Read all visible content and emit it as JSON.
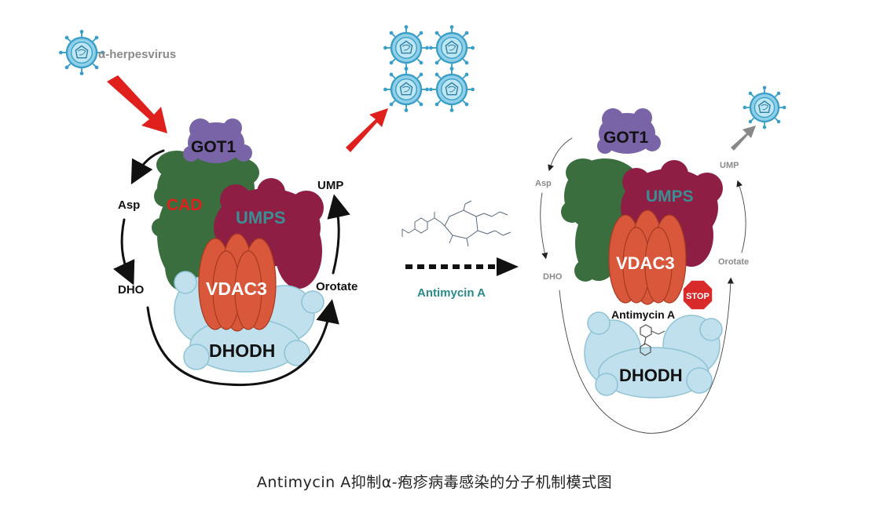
{
  "virus_label": "α-herpesvirus",
  "left_panel": {
    "proteins": {
      "got1": "GOT1",
      "cad": "CAD",
      "umps": "UMPS",
      "vdac3": "VDAC3",
      "dhodh": "DHODH"
    },
    "metabolites": {
      "asp": "Asp",
      "dho": "DHO",
      "ump": "UMP",
      "orotate": "Orotate"
    }
  },
  "center": {
    "drug_label": "Antimycin A"
  },
  "right_panel": {
    "proteins": {
      "got1": "GOT1",
      "umps": "UMPS",
      "vdac3": "VDAC3",
      "dhodh": "DHODH"
    },
    "metabolites": {
      "asp": "Asp",
      "dho": "DHO",
      "ump": "UMP",
      "orotate": "Orotate"
    },
    "stop_sign": "STOP",
    "drug_label": "Antimycin A"
  },
  "caption": "Antimycin A抑制α-疱疹病毒感染的分子机制模式图",
  "colors": {
    "got1": "#7a64a8",
    "cad": "#3b6e3f",
    "umps": "#8f1e44",
    "vdac3": "#d9573a",
    "dhodh": "#bfe0ec",
    "virus": "#3a9fc8",
    "red_arrow": "#e0201c",
    "teal_text": "#2a8a8a"
  }
}
